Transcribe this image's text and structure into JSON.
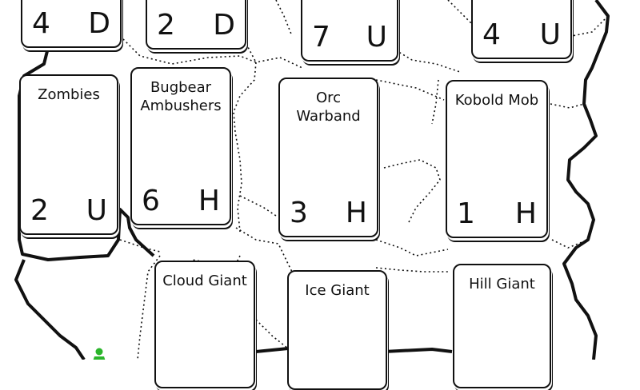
{
  "game": {
    "cards": [
      {
        "id": "top-1",
        "name": "",
        "number": "4",
        "letter": "D"
      },
      {
        "id": "top-2",
        "name": "",
        "number": "2",
        "letter": "D"
      },
      {
        "id": "top-3",
        "name": "",
        "number": "7",
        "letter": "U"
      },
      {
        "id": "top-4",
        "name": "",
        "number": "4",
        "letter": "U"
      },
      {
        "id": "zombies",
        "name": "Zombies",
        "number": "2",
        "letter": "U"
      },
      {
        "id": "bugbear-ambushers",
        "name": "Bugbear\nAmbushers",
        "number": "6",
        "letter": "H"
      },
      {
        "id": "orc-warband",
        "name": "Orc\nWarband",
        "number": "3",
        "letter": "H"
      },
      {
        "id": "kobold-mob",
        "name": "Kobold Mob",
        "number": "1",
        "letter": "H"
      },
      {
        "id": "cloud-giant",
        "name": "Cloud Giant",
        "number": "",
        "letter": ""
      },
      {
        "id": "ice-giant",
        "name": "Ice Giant",
        "number": "",
        "letter": ""
      },
      {
        "id": "hill-giant",
        "name": "Hill Giant",
        "number": "",
        "letter": ""
      }
    ],
    "colors": {
      "token": "#2bb52b",
      "line": "#111111"
    },
    "icons": {
      "token": "player-pawn-icon"
    }
  }
}
